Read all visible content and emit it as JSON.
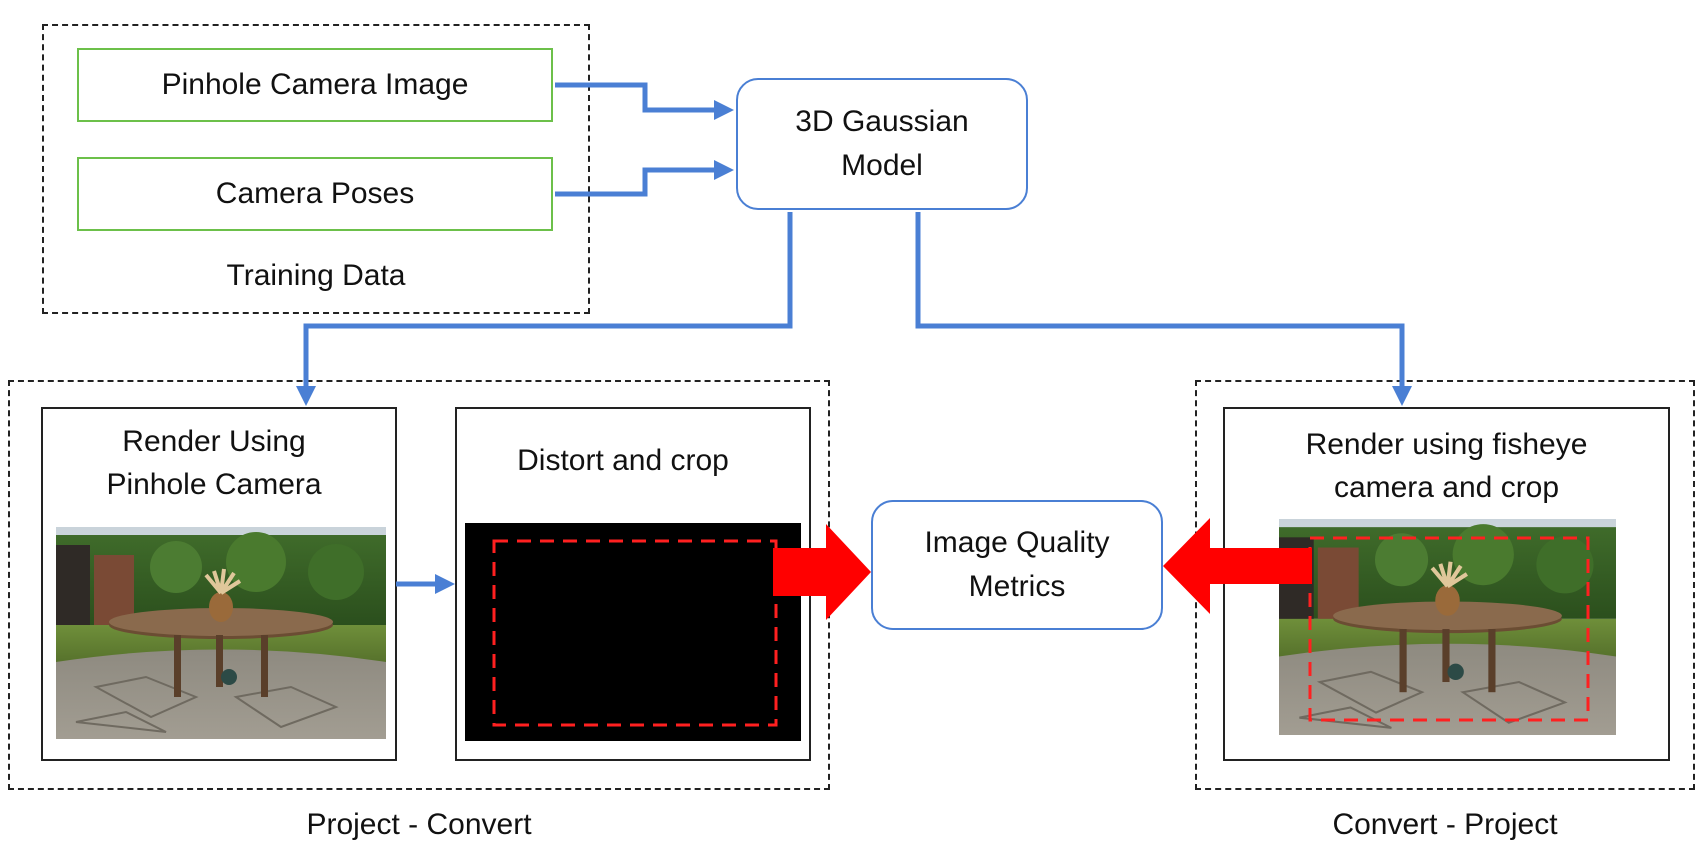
{
  "training": {
    "image_label": "Pinhole Camera Image",
    "poses_label": "Camera Poses",
    "caption": "Training Data"
  },
  "model": {
    "line1": "3D Gaussian",
    "line2": "Model"
  },
  "left_group": {
    "render_line1": "Render Using",
    "render_line2": "Pinhole Camera",
    "distort_label": "Distort and crop",
    "caption": "Project - Convert"
  },
  "metrics": {
    "line1": "Image Quality",
    "line2": "Metrics"
  },
  "right_group": {
    "render_line1": "Render using fisheye",
    "render_line2": "camera and crop",
    "caption": "Convert - Project"
  },
  "colors": {
    "arrow_blue": "#4a7fd4",
    "arrow_red": "#ff0000",
    "box_green": "#6cc04a",
    "crop_red": "#ff2020"
  }
}
